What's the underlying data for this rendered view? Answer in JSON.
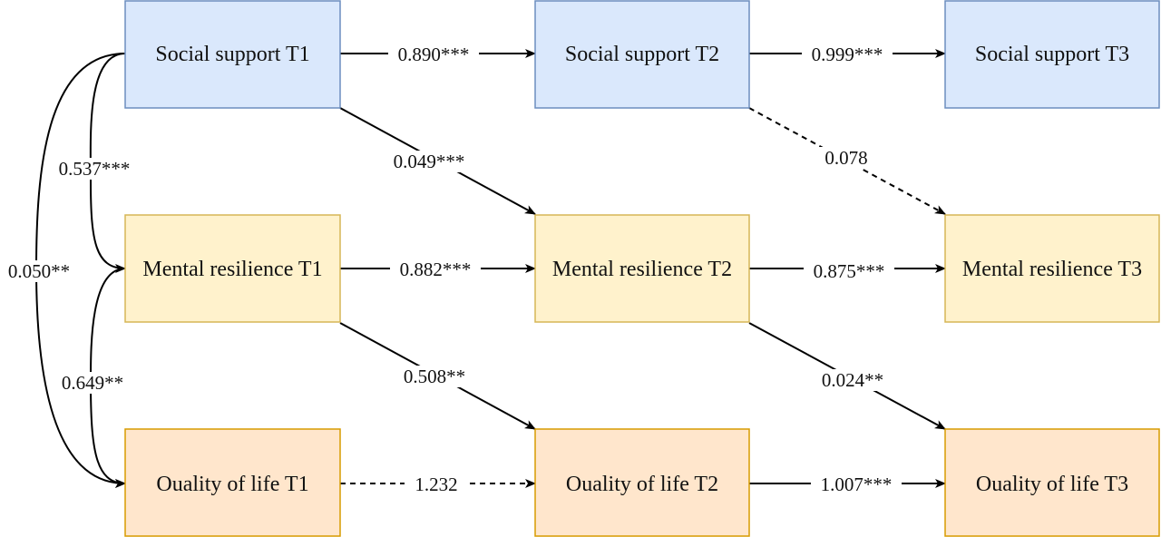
{
  "colors": {
    "social_fill": "#dae8fc",
    "social_stroke": "#6c8ebf",
    "mental_fill": "#fff2cc",
    "mental_stroke": "#d6b656",
    "quality_fill": "#ffe6cc",
    "quality_stroke": "#d79b00",
    "line": "#000000"
  },
  "nodes": {
    "ss1": {
      "label": "Social support T1",
      "group": "social"
    },
    "ss2": {
      "label": "Social support T2",
      "group": "social"
    },
    "ss3": {
      "label": "Social support T3",
      "group": "social"
    },
    "mr1": {
      "label": "Mental resilience T1",
      "group": "mental"
    },
    "mr2": {
      "label": "Mental resilience T2",
      "group": "mental"
    },
    "mr3": {
      "label": "Mental resilience T3",
      "group": "mental"
    },
    "ql1": {
      "label": "Ouality of life T1",
      "group": "quality"
    },
    "ql2": {
      "label": "Ouality of life T2",
      "group": "quality"
    },
    "ql3": {
      "label": "Ouality of life T3",
      "group": "quality"
    }
  },
  "edges": {
    "ss1_ss2": {
      "label": "0.890***",
      "style": "solid"
    },
    "ss2_ss3": {
      "label": "0.999***",
      "style": "solid"
    },
    "mr1_mr2": {
      "label": "0.882***",
      "style": "solid"
    },
    "mr2_mr3": {
      "label": "0.875***",
      "style": "solid"
    },
    "ql1_ql2": {
      "label": "1.232",
      "style": "dashed"
    },
    "ql2_ql3": {
      "label": "1.007***",
      "style": "solid"
    },
    "ss1_mr2": {
      "label": "0.049***",
      "style": "solid"
    },
    "ss2_mr3": {
      "label": "0.078",
      "style": "dashed"
    },
    "mr1_ql2": {
      "label": "0.508**",
      "style": "solid"
    },
    "mr2_ql3": {
      "label": "0.024**",
      "style": "solid"
    },
    "ss1_mr1": {
      "label": "0.537***",
      "style": "solid"
    },
    "mr1_ql1": {
      "label": "0.649**",
      "style": "solid"
    },
    "ss1_ql1": {
      "label": "0.050**",
      "style": "solid"
    }
  }
}
